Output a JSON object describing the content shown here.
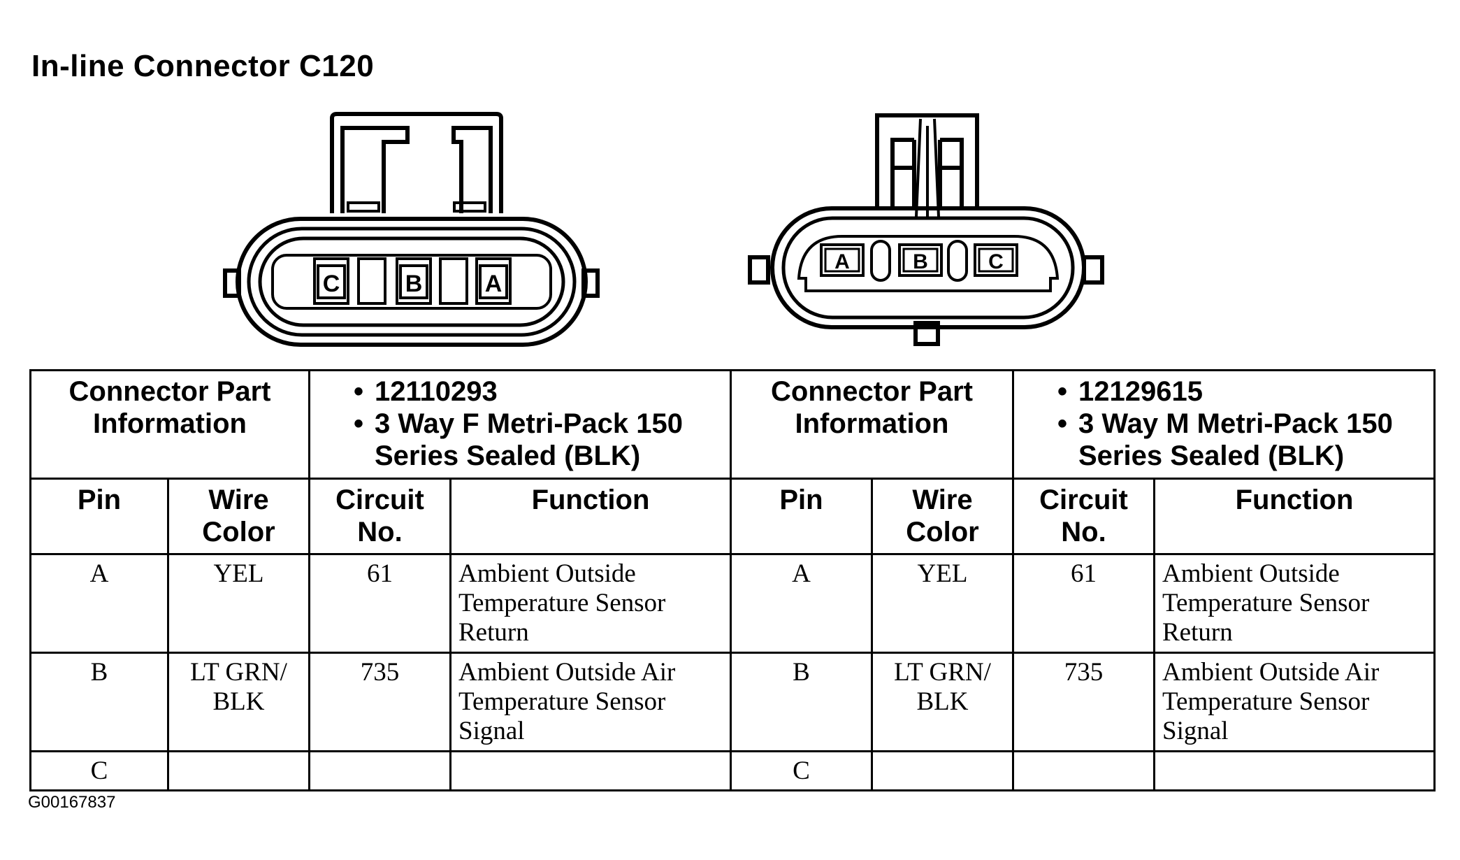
{
  "title": "In-line Connector C120",
  "connectors": [
    {
      "pin_labels": [
        "C",
        "B",
        "A"
      ],
      "part_header": [
        "Connector Part",
        "Information"
      ],
      "part_info": [
        "12110293",
        "3 Way F Metri-Pack 150",
        "Series Sealed (BLK)"
      ]
    },
    {
      "pin_labels": [
        "A",
        "B",
        "C"
      ],
      "part_header": [
        "Connector Part",
        "Information"
      ],
      "part_info": [
        "12129615",
        "3 Way M Metri-Pack 150",
        "Series Sealed (BLK)"
      ]
    }
  ],
  "bullet_char": "•",
  "columns": {
    "pin": "Pin",
    "wire_color": [
      "Wire",
      "Color"
    ],
    "circuit": [
      "Circuit",
      "No."
    ],
    "function": "Function"
  },
  "rows": [
    {
      "pin": "A",
      "wire_color": [
        "YEL"
      ],
      "circuit": "61",
      "function": [
        "Ambient Outside",
        "Temperature Sensor",
        "Return"
      ]
    },
    {
      "pin": "B",
      "wire_color": [
        "LT GRN/",
        "BLK"
      ],
      "circuit": "735",
      "function": [
        "Ambient Outside Air",
        "Temperature Sensor",
        "Signal"
      ]
    },
    {
      "pin": "C",
      "wire_color": [
        ""
      ],
      "circuit": "",
      "function": [
        ""
      ]
    }
  ],
  "figure_id": "G00167837"
}
